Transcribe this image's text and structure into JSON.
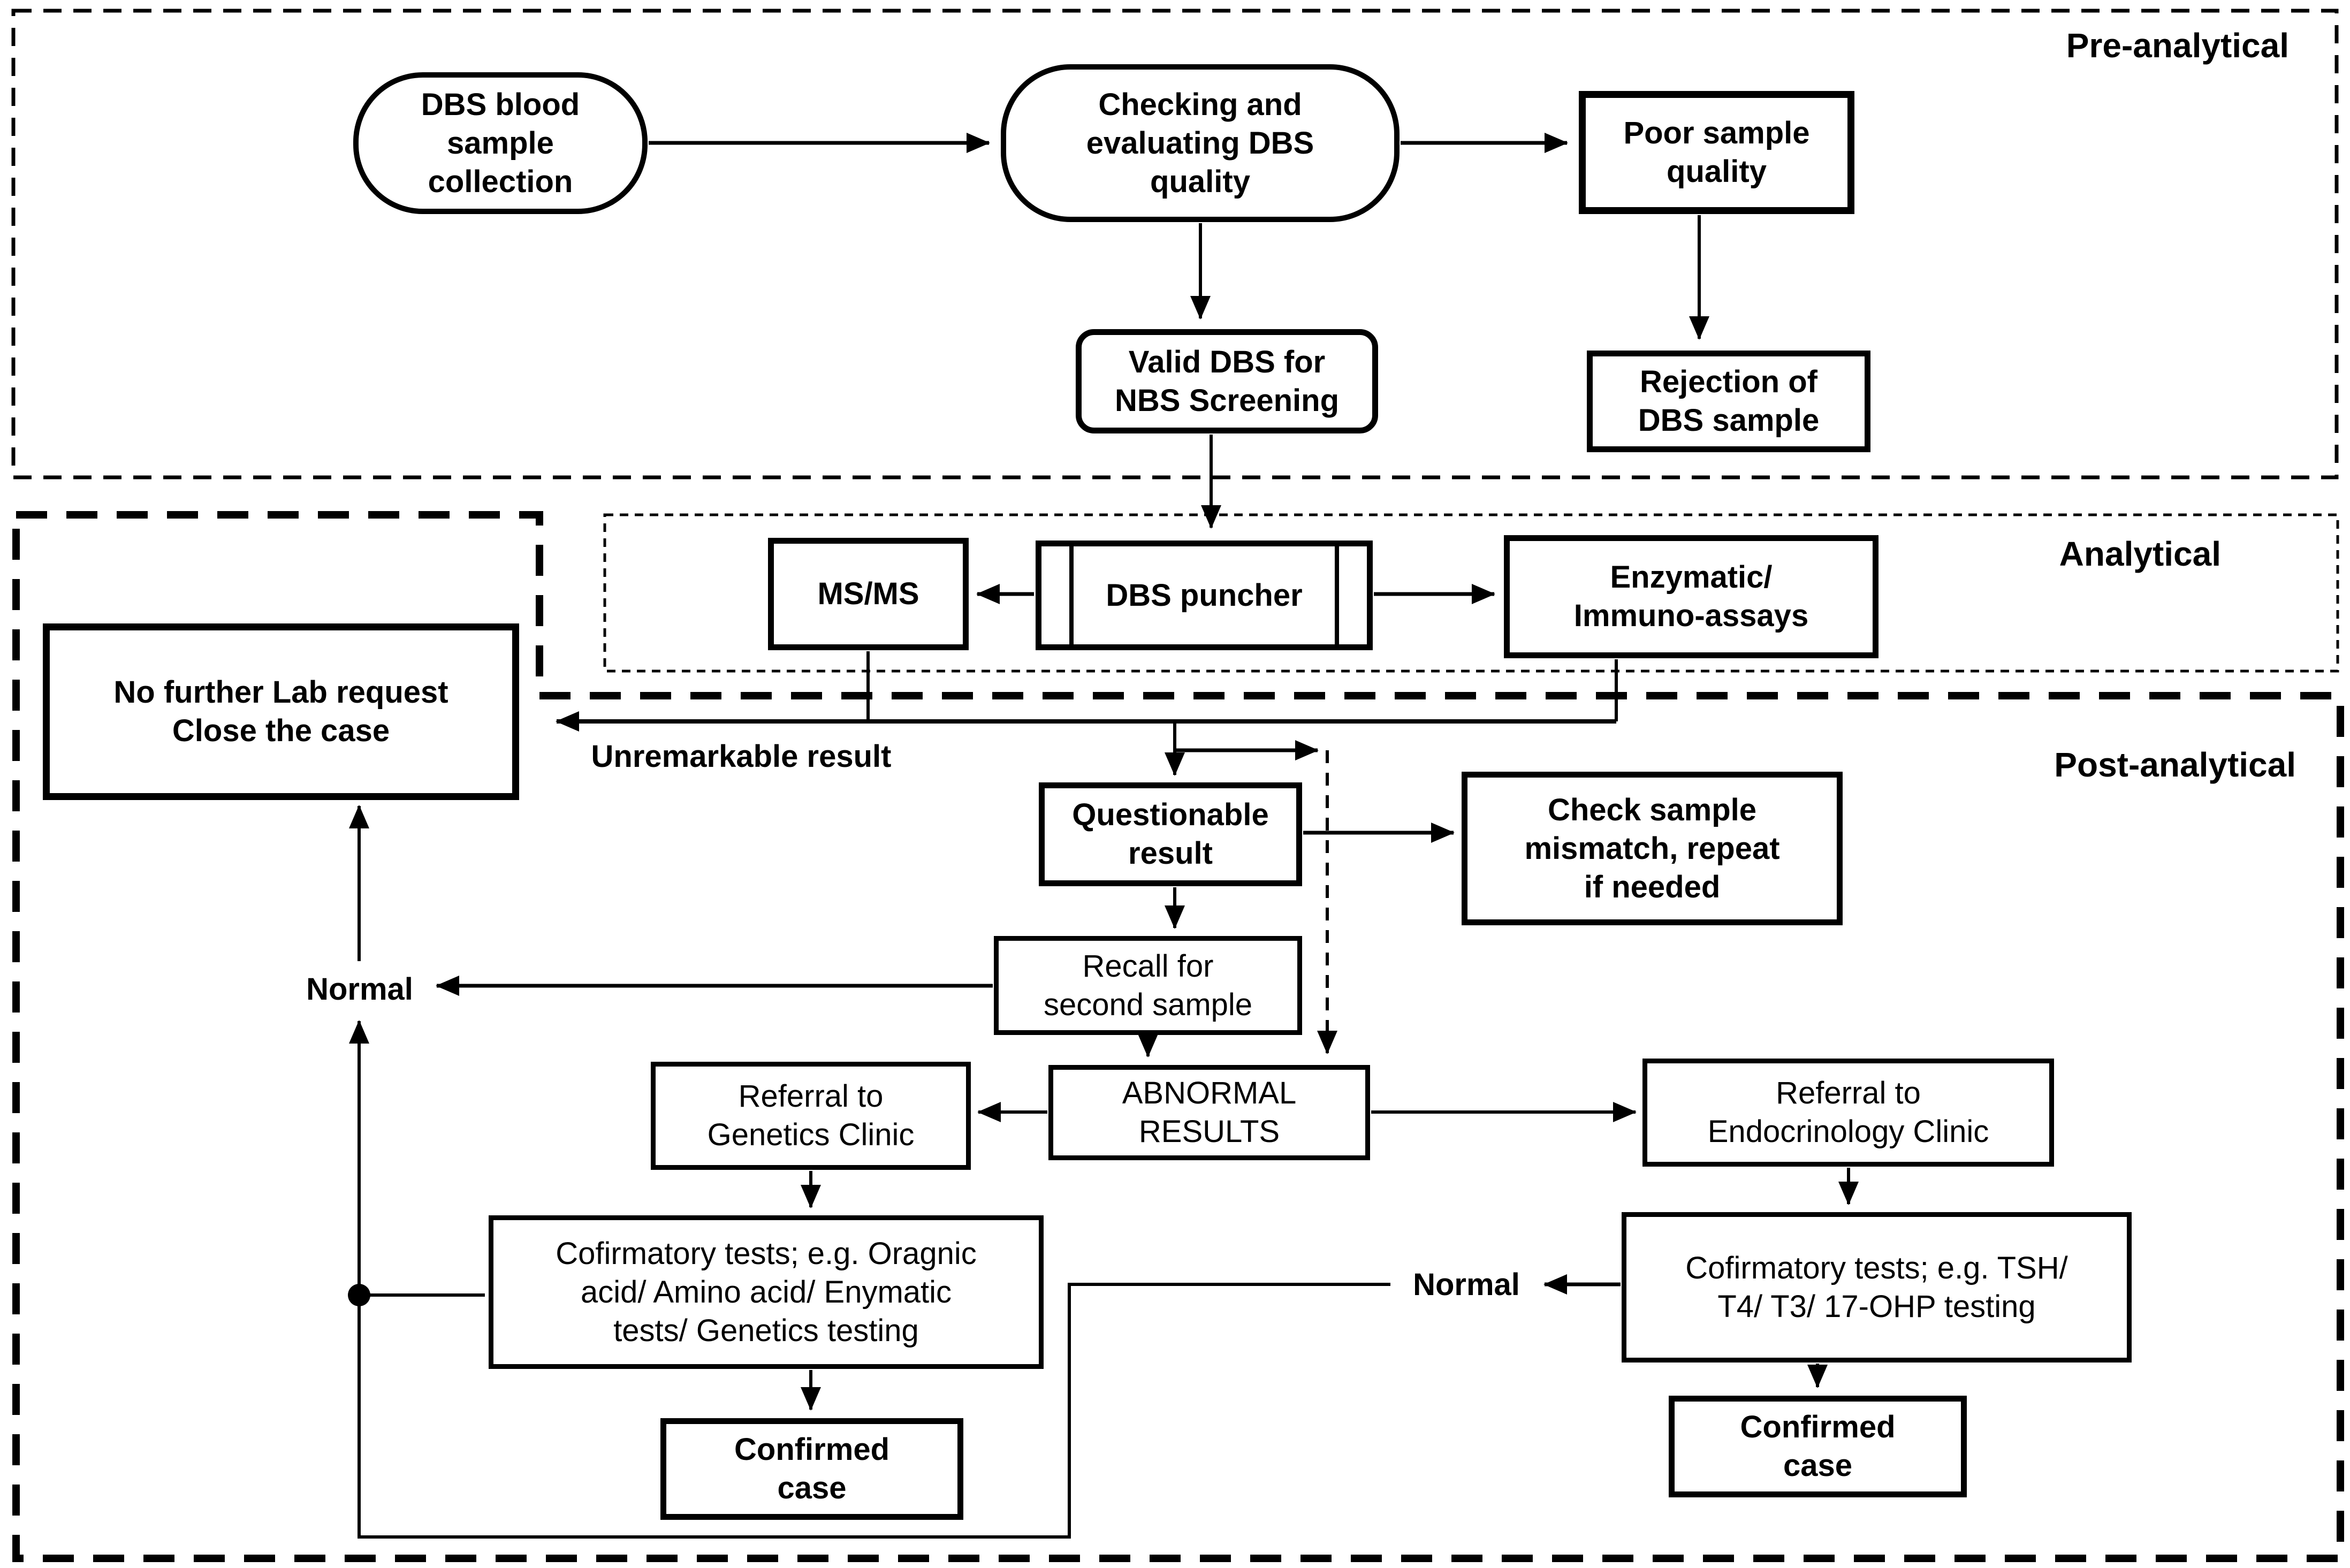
{
  "diagram": {
    "title_hint": "Newborn screening DBS workflow",
    "colors": {
      "ink": "#000000",
      "background": "#ffffff"
    },
    "sections": {
      "pre": {
        "label": "Pre-analytical"
      },
      "analytical": {
        "label": "Analytical"
      },
      "post": {
        "label": "Post-analytical"
      }
    },
    "nodes": {
      "dbs_collection": {
        "label": "DBS blood\nsample\ncollection"
      },
      "checking_quality": {
        "label": "Checking and\nevaluating DBS\nquality"
      },
      "poor_quality": {
        "label": "Poor sample\nquality"
      },
      "valid_dbs": {
        "label": "Valid DBS for\nNBS Screening"
      },
      "rejection": {
        "label": "Rejection of\nDBS sample"
      },
      "msms": {
        "label": "MS/MS"
      },
      "puncher": {
        "label": "DBS puncher"
      },
      "enzymatic": {
        "label": "Enzymatic/\nImmuno-assays"
      },
      "no_further": {
        "label": "No further Lab request\nClose the case"
      },
      "questionable": {
        "label": "Questionable\nresult"
      },
      "check_mismatch": {
        "label": "Check sample\nmismatch, repeat\nif needed"
      },
      "recall": {
        "label": "Recall for\nsecond sample"
      },
      "abnormal": {
        "label": "ABNORMAL\nRESULTS"
      },
      "ref_genetics": {
        "label": "Referral to\nGenetics Clinic"
      },
      "ref_endo": {
        "label": "Referral to\nEndocrinology Clinic"
      },
      "conf_left": {
        "label": "Cofirmatory tests; e.g. Oragnic\nacid/ Amino acid/ Enymatic\ntests/ Genetics testing"
      },
      "conf_right": {
        "label": "Cofirmatory tests; e.g. TSH/\nT4/ T3/ 17-OHP testing"
      },
      "confirmed_left": {
        "label": "Confirmed\ncase"
      },
      "confirmed_right": {
        "label": "Confirmed\ncase"
      }
    },
    "edge_labels": {
      "unremarkable": "Unremarkable result",
      "normal_left": "Normal",
      "normal_right": "Normal"
    }
  }
}
